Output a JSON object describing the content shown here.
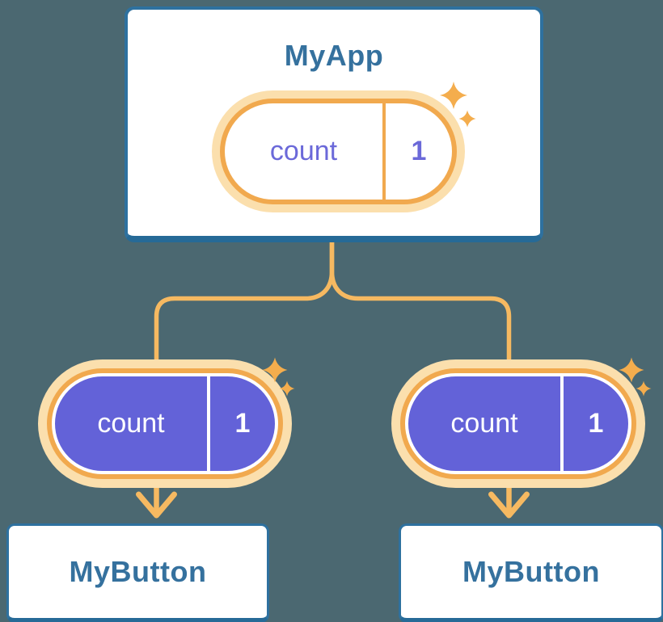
{
  "palette": {
    "background": "#4b6871",
    "card_bg": "#ffffff",
    "card_border": "#2e719f",
    "card_border_bottom": "#266a97",
    "heading_text": "#35719e",
    "pill_ring": "#f1a94e",
    "pill_halo": "#fbdfad",
    "pill_fill": "#6362d8",
    "pill_text_on_white": "#6b69d9",
    "pill_text_on_purple": "#ffffff",
    "connector": "#f6b961",
    "sparkle": "#f4ad4d"
  },
  "tree": {
    "root": {
      "title": "MyApp",
      "state": {
        "key": "count",
        "value": "1"
      }
    },
    "children": [
      {
        "title": "MyButton",
        "state": {
          "key": "count",
          "value": "1"
        }
      },
      {
        "title": "MyButton",
        "state": {
          "key": "count",
          "value": "1"
        }
      }
    ]
  }
}
